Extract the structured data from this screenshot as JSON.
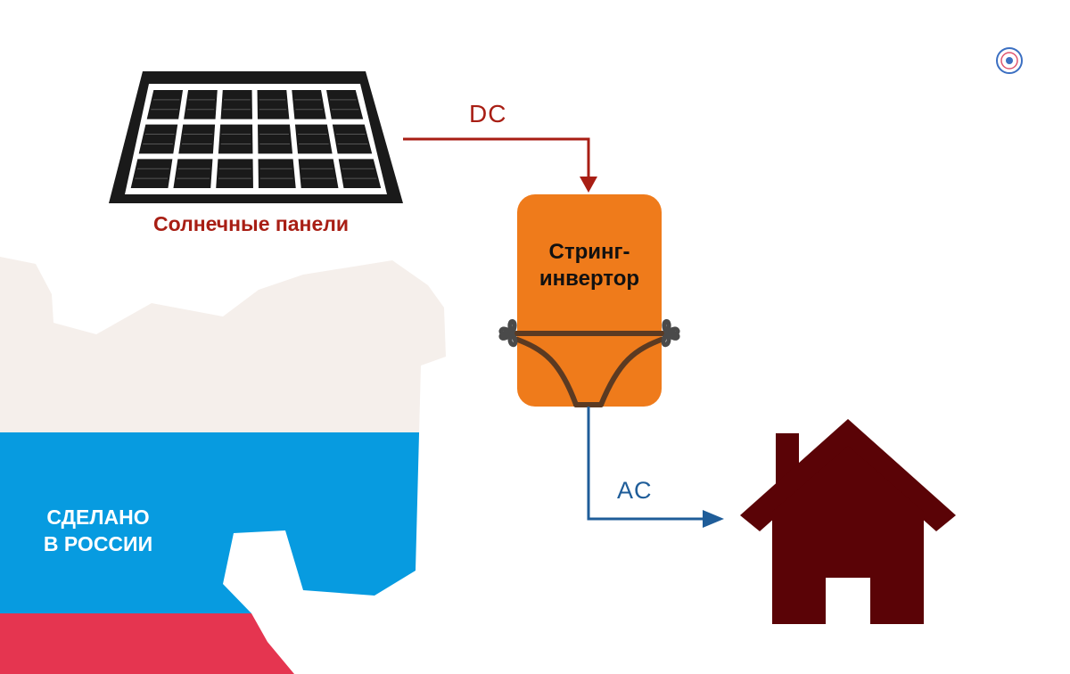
{
  "diagram": {
    "panel_label": "Солнечные панели",
    "dc_label": "DC",
    "ac_label": "AC",
    "inverter_label_lines": [
      "Стринг-",
      "инвертор"
    ],
    "made_in_lines": [
      "СДЕЛАНО",
      "В РОССИИ"
    ]
  },
  "colors": {
    "dc_line": "#a81e14",
    "ac_line": "#1f5d99",
    "inverter_fill": "#ef7b1b",
    "house": "#5a0306",
    "flag_white": "#f5efeb",
    "flag_blue": "#079be0",
    "flag_red": "#e53550"
  },
  "icons": {
    "solar_panel": "solar-panel-icon",
    "house": "house-icon",
    "underwear": "underwear-icon",
    "watermark": "watermark-logo-icon"
  }
}
